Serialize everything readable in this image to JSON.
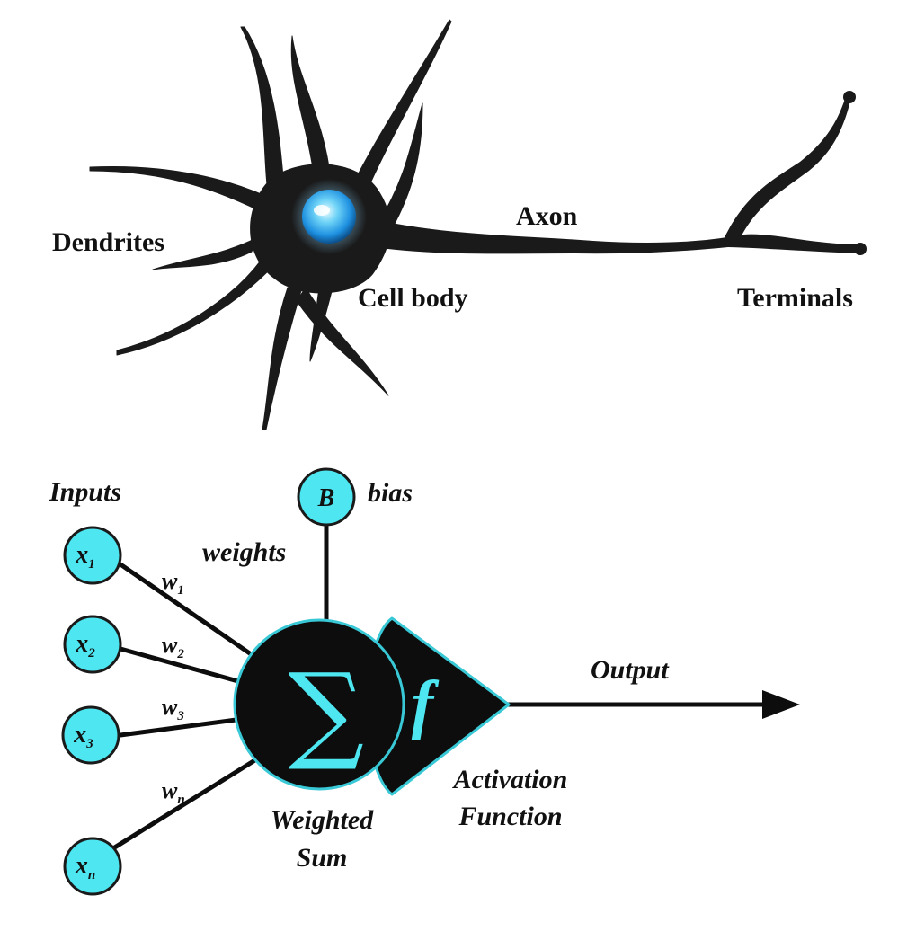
{
  "colors": {
    "neuron_body": "#1a1a1a",
    "nucleus": "#4fc3f7",
    "node_fill": "#4ee6f0",
    "node_stroke": "#1a1a1a",
    "accent_outline": "#39c8d6",
    "symbol": "#4ee6f0",
    "line": "#0d0d0d"
  },
  "neuron": {
    "dendrites": "Dendrites",
    "cell_body": "Cell body",
    "axon": "Axon",
    "terminals": "Terminals"
  },
  "perceptron": {
    "inputs_title": "Inputs",
    "weights_title": "weights",
    "bias_node": "B",
    "bias_label": "bias",
    "inputs": [
      {
        "var": "x",
        "sub": "1"
      },
      {
        "var": "x",
        "sub": "2"
      },
      {
        "var": "x",
        "sub": "3"
      },
      {
        "var": "x",
        "sub": "n"
      }
    ],
    "weights": [
      {
        "var": "w",
        "sub": "1"
      },
      {
        "var": "w",
        "sub": "2"
      },
      {
        "var": "w",
        "sub": "3"
      },
      {
        "var": "w",
        "sub": "n"
      }
    ],
    "sum_symbol": "∑",
    "activation_symbol": "f",
    "output": "Output",
    "weighted_sum_line1": "Weighted",
    "weighted_sum_line2": "Sum",
    "activation_line1": "Activation",
    "activation_line2": "Function"
  }
}
